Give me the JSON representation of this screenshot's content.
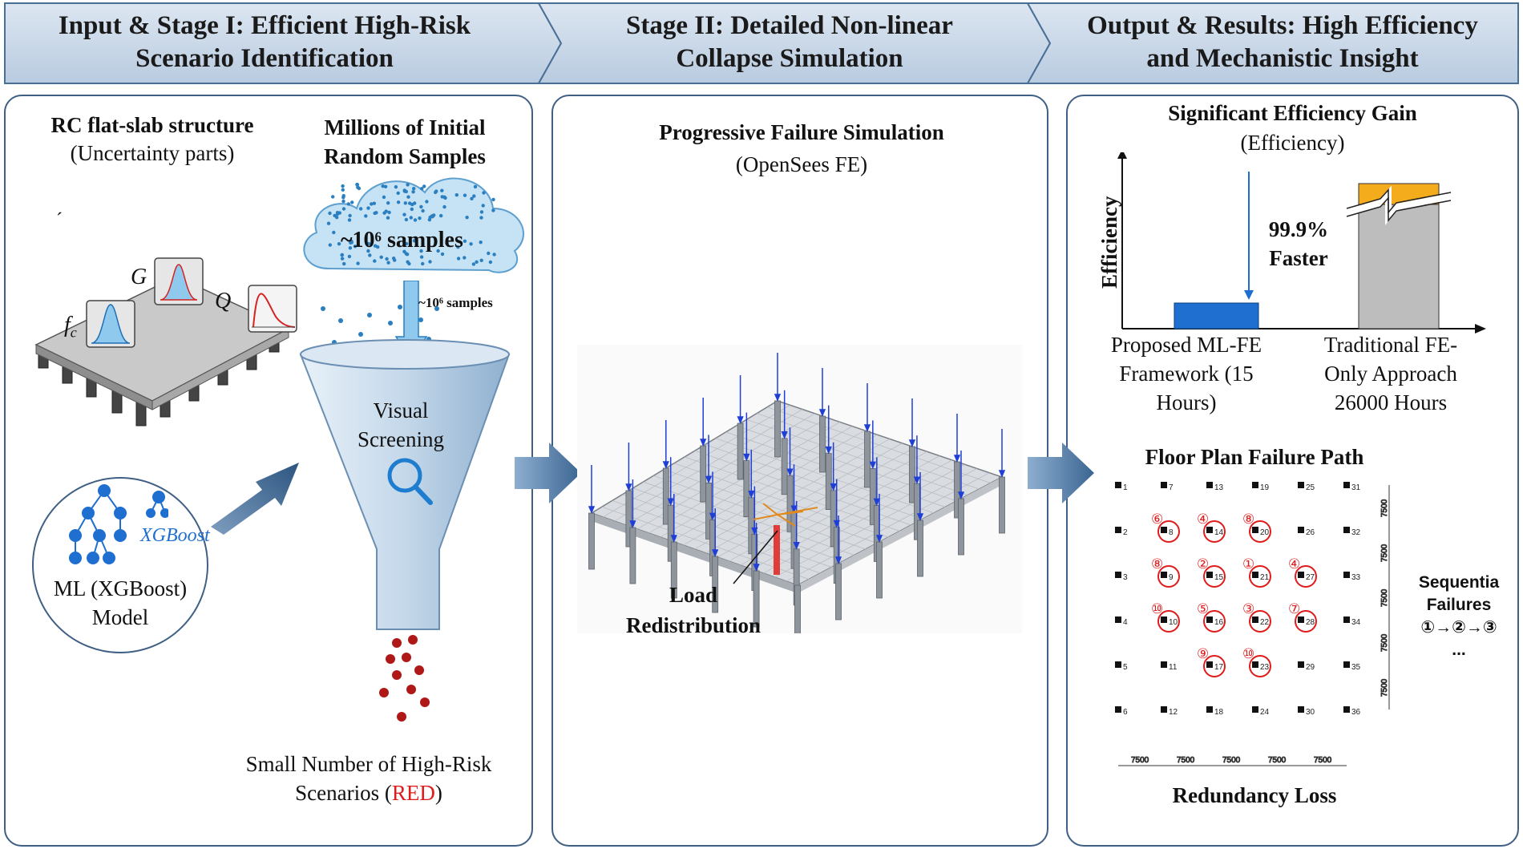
{
  "header": {
    "stage1": [
      "Input & Stage I: Efficient High-Risk",
      "Scenario Identification"
    ],
    "stage2": [
      "Stage II: Detailed Non-linear",
      "Collapse Simulation"
    ],
    "stage3": [
      "Output & Results: High Efficiency",
      "and Mechanistic Insight"
    ]
  },
  "panel1": {
    "structure_title": "RC flat-slab structure",
    "structure_sub": "(Uncertainty parts)",
    "var_g": "G",
    "var_q": "Q",
    "var_f": "f",
    "var_c": "c",
    "tick_mark": "´",
    "samples_title": [
      "Millions of Initial",
      "Random Samples"
    ],
    "cloud_label": "~10⁶ samples",
    "arrow_label": "~10⁶ samples",
    "funnel_label": [
      "Visual",
      "Screening"
    ],
    "ml_name": "XGBoost",
    "ml_label": [
      "ML (XGBoost)",
      "Model"
    ],
    "result_line1": "Small Number of High-Risk",
    "result_line2_prefix": "Scenarios (",
    "result_red": "RED",
    "result_line2_suffix": ")"
  },
  "panel2": {
    "title": "Progressive Failure Simulation",
    "subtitle": "(OpenSees FE)",
    "callout": [
      "Load",
      "Redistribution"
    ]
  },
  "panel3": {
    "title": "Significant Efficiency Gain",
    "subtitle": "(Efficiency)",
    "chart_data": {
      "type": "bar",
      "ylabel": "Efficiency",
      "categories": [
        "Proposed ML-FE Framework (15 Hours)",
        "Traditional FE-Only Approach 26000 Hours"
      ],
      "category_lines": [
        [
          "Proposed ML-FE",
          "Framework (15",
          "Hours)"
        ],
        [
          "Traditional FE-",
          "Only Approach",
          "26000 Hours"
        ]
      ],
      "values": [
        15,
        26000
      ],
      "axis_break": true,
      "annotation": [
        "99.9%",
        "Faster"
      ],
      "colors": {
        "proposed": "#1f6fd1",
        "traditional": "#bdbdbd",
        "traditional_top": "#f5ac1c"
      }
    },
    "plan_title": "Floor Plan Failure Path",
    "plan_footer": "Redundancy Loss",
    "side_note": [
      "Sequentia",
      "Failures",
      "①→②→③",
      "..."
    ],
    "dim_label": "7500",
    "node_numbers": [
      "1",
      "2",
      "3",
      "4",
      "5",
      "6",
      "7",
      "8",
      "9",
      "10",
      "11",
      "12",
      "13",
      "14",
      "15",
      "16",
      "17",
      "18",
      "19",
      "20",
      "21",
      "22",
      "23",
      "24",
      "25",
      "26",
      "27",
      "28",
      "29",
      "30",
      "31",
      "32",
      "33",
      "34",
      "35",
      "36"
    ],
    "failure_marks": [
      "⑥",
      "④",
      "⑧",
      "⑧",
      "②",
      "①",
      "④",
      "⑩",
      "⑤",
      "③",
      "⑦",
      "⑨",
      "⑩"
    ]
  }
}
